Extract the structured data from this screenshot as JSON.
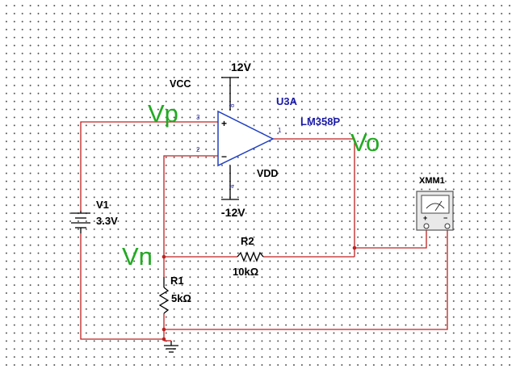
{
  "labels": {
    "vcc_net": "VCC",
    "vdd_net": "VDD",
    "pos_supply": "12V",
    "neg_supply": "-12V",
    "opamp_ref": "U3A",
    "opamp_model": "LM358P",
    "pin_plus_num": "3",
    "pin_minus_num": "2",
    "pin_out_num": "1",
    "pin_vcc_num": "8",
    "pin_vdd_num": "4",
    "plus_sign": "+",
    "minus_sign": "−",
    "source_ref": "V1",
    "source_value": "3.3V",
    "r1_ref": "R1",
    "r1_value": "5kΩ",
    "r2_ref": "R2",
    "r2_value": "10kΩ",
    "meter_ref": "XMM1",
    "meter_plus": "+",
    "meter_minus": "−"
  },
  "nodes": {
    "vp": "Vp",
    "vn": "Vn",
    "vo": "Vo"
  },
  "colors": {
    "wire": "#c02020",
    "opamp_outline": "#2040c0",
    "node_label": "#22aa22",
    "ref_label": "#1a1aa8"
  }
}
